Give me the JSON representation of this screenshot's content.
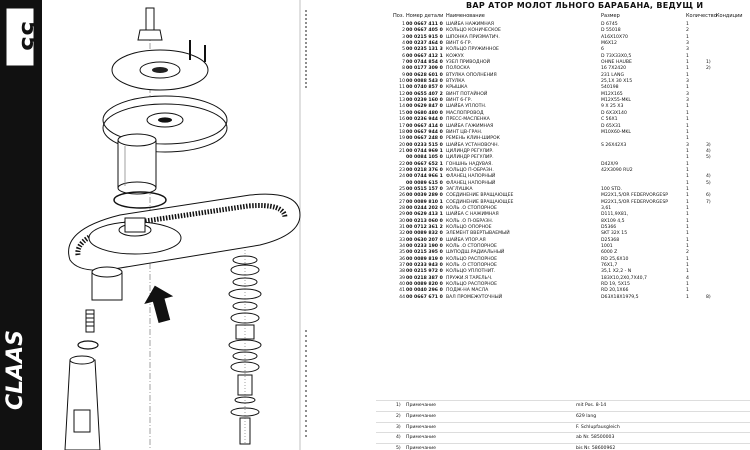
{
  "left_panel": {
    "drawing_number_label": "55",
    "brand_logo": "CLAAS"
  },
  "right_panel": {
    "title": "ВАР АТОР МОЛОТ ЛЬНОГО БАРАБАНА, ВЕДУЩ И",
    "columns": {
      "pos": "Поз.",
      "part_no": "Номер детали",
      "name": "Наименование",
      "size": "Размер",
      "qty": "Количество",
      "cond": "Кондиции"
    },
    "rows": [
      {
        "pos": "1",
        "pn": "00 0667 411 0",
        "name": "ШАЙБА НАЖИМНАЯ",
        "size": "D 6745",
        "qty": "1",
        "cond": ""
      },
      {
        "pos": "2",
        "pn": "00 0667 405 0",
        "name": "КОЛЬЦО КОНИЧЕСКОЕ",
        "size": "D 55018",
        "qty": "2",
        "cond": ""
      },
      {
        "pos": "3",
        "pn": "00 0215 915 0",
        "name": "ШПОНКА ПРИЗМАТИЧ.",
        "size": "A16X10X70",
        "qty": "1",
        "cond": ""
      },
      {
        "pos": "4",
        "pn": "00 0237 464 0",
        "name": "ВИНТ 6-ГР.",
        "size": "M6X12",
        "qty": "3",
        "cond": ""
      },
      {
        "pos": "5",
        "pn": "00 0235 131 3",
        "name": "КОЛЬЦО ПРУЖИННОЕ",
        "size": "6",
        "qty": "3",
        "cond": ""
      },
      {
        "pos": "6",
        "pn": "00 0667 412 1",
        "name": "КОЖУХ",
        "size": "D 73X33X0,5",
        "qty": "1",
        "cond": ""
      },
      {
        "pos": "7",
        "pn": "00 0744 854 0",
        "name": "УЗЕЛ ПРИВОДНОЙ",
        "size": "OHNE HAUBE",
        "qty": "1",
        "cond": "1)"
      },
      {
        "pos": "8",
        "pn": "00 0177 309 0",
        "name": "ПОЛОСКА",
        "size": "16 7X2420",
        "qty": "1",
        "cond": "2)"
      },
      {
        "pos": "9",
        "pn": "00 0628 601 0",
        "name": "ВТУЛКА ОПОЛНЕНИЯ",
        "size": "231 LANG",
        "qty": "1",
        "cond": ""
      },
      {
        "pos": "10",
        "pn": "00 0088 543 0",
        "name": "ВТУЛКА",
        "size": "25,1X 30 X15",
        "qty": "3",
        "cond": ""
      },
      {
        "pos": "11",
        "pn": "00 0740 857 0",
        "name": "КРЫШКА",
        "size": "540198",
        "qty": "1",
        "cond": ""
      },
      {
        "pos": "12",
        "pn": "00 0655 407 2",
        "name": "ВИНТ ПОТАЙНОЙ",
        "size": "M12X165",
        "qty": "3",
        "cond": ""
      },
      {
        "pos": "13",
        "pn": "00 0239 160 0",
        "name": "ВИНТ 6-ГР.",
        "size": "M12X55-MKL",
        "qty": "3",
        "cond": ""
      },
      {
        "pos": "14",
        "pn": "00 0629 847 0",
        "name": "ШАЙБА УПЛОТН.",
        "size": "9 X 25 X3",
        "qty": "1",
        "cond": ""
      },
      {
        "pos": "15",
        "pn": "00 0680 480 0",
        "name": "МАСЛОПРОВОД",
        "size": "D 6X3X140",
        "qty": "1",
        "cond": ""
      },
      {
        "pos": "16",
        "pn": "00 0236 944 0",
        "name": "ПРЕСС-МАСЛЕНКА",
        "size": "C 56X1",
        "qty": "1",
        "cond": ""
      },
      {
        "pos": "17",
        "pn": "00 0667 414 0",
        "name": "ШАЙБА ГАЖИМНАЯ",
        "size": "D 65X31",
        "qty": "1",
        "cond": ""
      },
      {
        "pos": "18",
        "pn": "00 0667 944 0",
        "name": "ВИНТ ЦВ-ГРАН.",
        "size": "M10X60-MKL",
        "qty": "1",
        "cond": ""
      },
      {
        "pos": "19",
        "pn": "00 0667 248 0",
        "name": "РЕМЕНЬ КЛИН-ШИРОК",
        "size": "",
        "qty": "1",
        "cond": ""
      },
      {
        "pos": "20",
        "pn": "00 0233 515 0",
        "name": "ШАЙБА УСТАНОВОЧН.",
        "size": "S 26X42X3",
        "qty": "3",
        "cond": "3)"
      },
      {
        "pos": "21",
        "pn": "00 0744 969 1",
        "name": "ЦИЛИНДР РЕГУЛИР.",
        "size": "",
        "qty": "1",
        "cond": "4)"
      },
      {
        "pos": "",
        "pn": "00 0084 105 0",
        "name": "ЦИЛИНДР РЕГУЛИР.",
        "size": "",
        "qty": "1",
        "cond": "5)"
      },
      {
        "pos": "22",
        "pn": "00 0667 652 1",
        "name": "ГОНШНЬ НАДУВАЯ.",
        "size": "D42X/9",
        "qty": "1",
        "cond": ""
      },
      {
        "pos": "23",
        "pn": "00 0218 376 0",
        "name": "КОЛЬЦО П-ОБРАЗН.",
        "size": "42X3090 RU2",
        "qty": "1",
        "cond": ""
      },
      {
        "pos": "24",
        "pn": "00 0744 966 1",
        "name": "ФЛАНЕЦ НАПОРНЫЙ",
        "size": "",
        "qty": "1",
        "cond": "4)"
      },
      {
        "pos": "",
        "pn": "00 0089 615 0",
        "name": "ФЛАНЕЦ НАПОРНЫЙ",
        "size": "",
        "qty": "1",
        "cond": "5)"
      },
      {
        "pos": "25",
        "pn": "00 0515 157 0",
        "name": "ЗАГЛУШКА",
        "size": "100 STD.",
        "qty": "1",
        "cond": ""
      },
      {
        "pos": "26",
        "pn": "00 0039 289 0",
        "name": "СОЕДИНЕНИЕ ВРАЩАЮЩЕЕ",
        "size": "M22X1,5/OR FEDERVORGESP",
        "qty": "1",
        "cond": "6)"
      },
      {
        "pos": "27",
        "pn": "00 0089 810 1",
        "name": "СОЕДИНЕНИЕ ВРАЩАЮЩЕЕ",
        "size": "M22X1,5/OR FEDERVORGESP",
        "qty": "1",
        "cond": "7)"
      },
      {
        "pos": "28",
        "pn": "00 0244 202 0",
        "name": "КОЛЬ .О СТОПОРНОЕ",
        "size": "3,61",
        "qty": "1",
        "cond": ""
      },
      {
        "pos": "29",
        "pn": "00 0629 413 1",
        "name": "ШАЙБА С НАЖИМНАЯ",
        "size": "D111,9X81,",
        "qty": "1",
        "cond": ""
      },
      {
        "pos": "30",
        "pn": "00 0213 060 0",
        "name": "КОЛЬ .О П-ОБРАЗН.",
        "size": "8X109 4,5",
        "qty": "1",
        "cond": ""
      },
      {
        "pos": "31",
        "pn": "00 0712 361 2",
        "name": "КОЛЬЦО ОПОРНОЕ",
        "size": "D5366",
        "qty": "1",
        "cond": ""
      },
      {
        "pos": "32",
        "pn": "00 0089 832 0",
        "name": "ЭЛЕМЕНТ ВВЕРТЫВАЕМЫЙ",
        "size": "SKT 32X 15",
        "qty": "1",
        "cond": ""
      },
      {
        "pos": "33",
        "pn": "00 0630 207 0",
        "name": "ШАЙБА УПОР.АЯ",
        "size": "D25368",
        "qty": "1",
        "cond": ""
      },
      {
        "pos": "34",
        "pn": "00 0233 190 0",
        "name": "КОЛЬ .О СТОПОРНОЕ",
        "size": "1001",
        "qty": "1",
        "cond": ""
      },
      {
        "pos": "35",
        "pn": "00 0215 395 0",
        "name": "ШУПОДШ.РАДИАЛЬНЫЙ",
        "size": "6000 Z",
        "qty": "2",
        "cond": ""
      },
      {
        "pos": "36",
        "pn": "00 0089 819 0",
        "name": "КОЛЬЦО РАСПОРНОЕ",
        "size": "RD 25,6X10",
        "qty": "1",
        "cond": ""
      },
      {
        "pos": "37",
        "pn": "00 0233 943 0",
        "name": "КОЛЬ .О СТОПОРНОЕ",
        "size": "76Х1,7",
        "qty": "1",
        "cond": ""
      },
      {
        "pos": "38",
        "pn": "00 0215 972 0",
        "name": "КОЛЬЦО УПЛОТНИТ.",
        "size": "35,1 X2,2 - N",
        "qty": "1",
        "cond": ""
      },
      {
        "pos": "39",
        "pn": "00 0218 387 0",
        "name": "ПРУЖИ.Я ТАРЕЛЬЧ.",
        "size": "183X10,2X0,7X40,7",
        "qty": "4",
        "cond": ""
      },
      {
        "pos": "40",
        "pn": "00 0089 820 0",
        "name": "КОЛЬЦО РАСПОРНОЕ",
        "size": "RD 19, 5X15",
        "qty": "1",
        "cond": ""
      },
      {
        "pos": "41",
        "pn": "00 0040 296 0",
        "name": "ПОДЖ-НА МАСЛА",
        "size": "RD 20,1X66",
        "qty": "1",
        "cond": ""
      },
      {
        "pos": "44",
        "pn": "00 0667 671 0",
        "name": "ВАЛ ПРОМЕЖУТОЧНЫЙ",
        "size": "D63X18X1979,5",
        "qty": "1",
        "cond": "8)"
      }
    ],
    "notes": [
      {
        "pos": "1)",
        "label": "Примечание",
        "value": "mit Pos. 8-14"
      },
      {
        "pos": "2)",
        "label": "Примечание",
        "value": "629 lang"
      },
      {
        "pos": "3)",
        "label": "Примечание",
        "value": "F. Schlupfausgleich"
      },
      {
        "pos": "4)",
        "label": "Примечание",
        "value": "ab Nr. 58500003"
      },
      {
        "pos": "5)",
        "label": "Примечание",
        "value": "bis Nr. 58600962"
      }
    ]
  }
}
